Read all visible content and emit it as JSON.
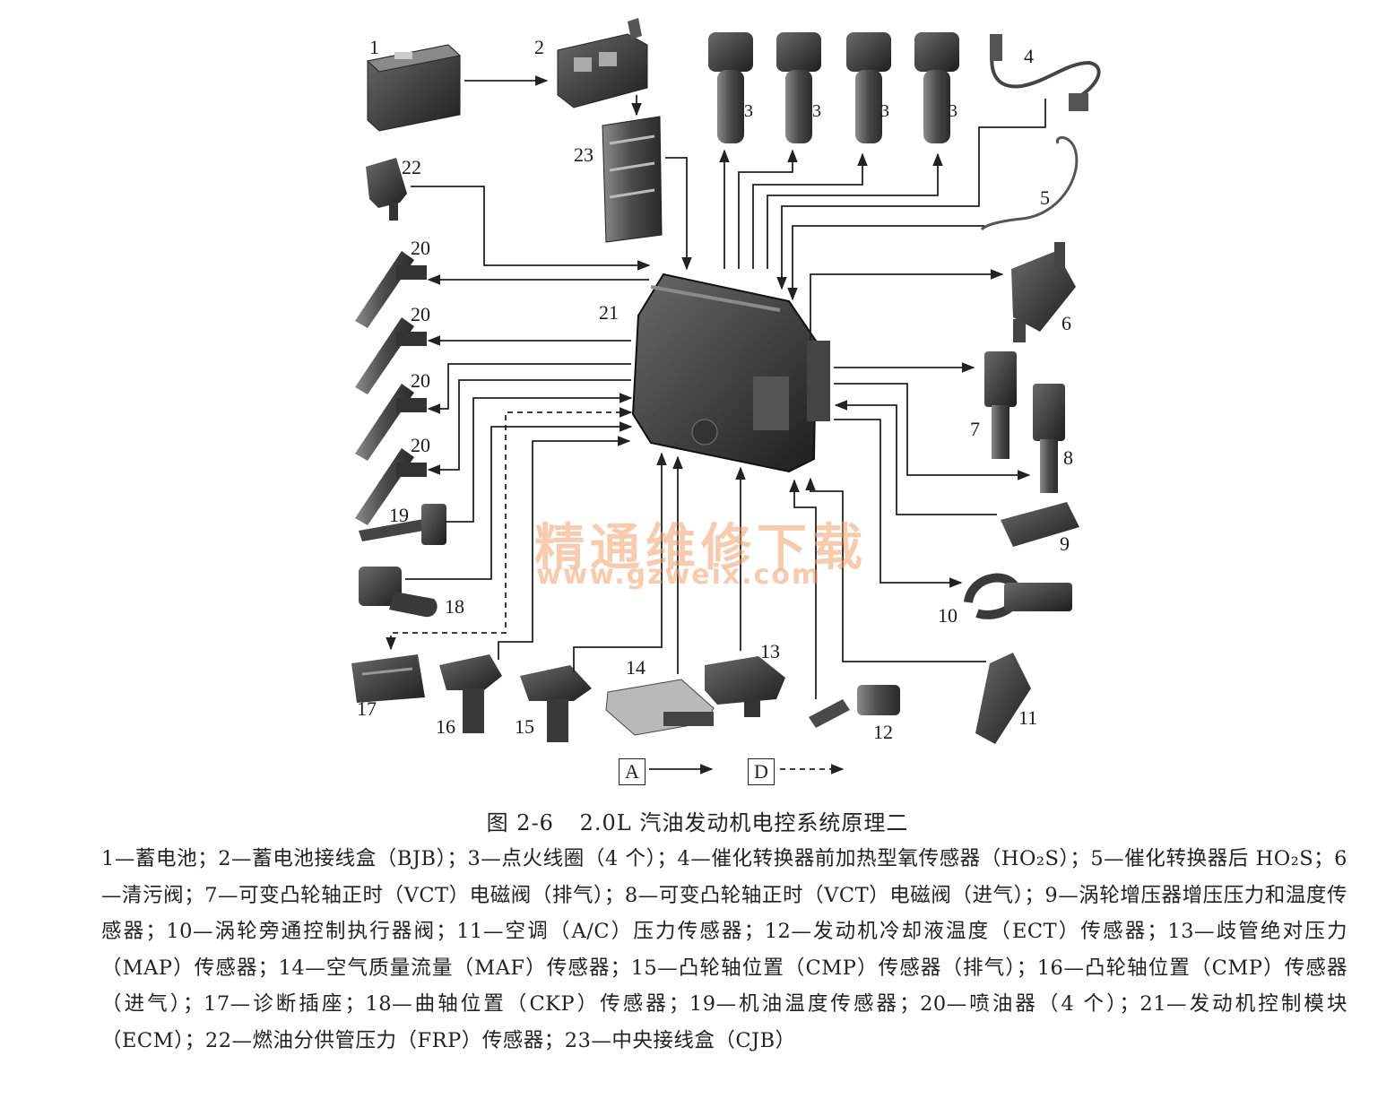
{
  "labels": {
    "n1": "1",
    "n2": "2",
    "n3": "3",
    "n4": "4",
    "n5": "5",
    "n6": "6",
    "n7": "7",
    "n8": "8",
    "n9": "9",
    "n10": "10",
    "n11": "11",
    "n12": "12",
    "n13": "13",
    "n14": "14",
    "n15": "15",
    "n16": "16",
    "n17": "17",
    "n18": "18",
    "n19": "19",
    "n20": "20",
    "n21": "21",
    "n22": "22",
    "n23": "23"
  },
  "watermark": {
    "text": "精通维修下载",
    "url": "www.gzweix.com"
  },
  "legend": {
    "solid_key": "A",
    "dashed_key": "D"
  },
  "caption": {
    "figure": "图 2-6",
    "title": "2.0L 汽油发动机电控系统原理二"
  },
  "description": "1—蓄电池；2—蓄电池接线盒（BJB）；3—点火线圈（4 个）；4—催化转换器前加热型氧传感器（HO₂S）；5—催化转换器后 HO₂S；6—清污阀；7—可变凸轮轴正时（VCT）电磁阀（排气）；8—可变凸轮轴正时（VCT）电磁阀（进气）；9—涡轮增压器增压压力和温度传感器；10—涡轮旁通控制执行器阀；11—空调（A/C）压力传感器；12—发动机冷却液温度（ECT）传感器；13—歧管绝对压力（MAP）传感器；14—空气质量流量（MAF）传感器；15—凸轮轴位置（CMP）传感器（排气）；16—凸轮轴位置（CMP）传感器（进气）；17—诊断插座；18—曲轴位置（CKP）传感器；19—机油温度传感器；20—喷油器（4 个）；21—发动机控制模块（ECM）；22—燃油分供管压力（FRP）传感器；23—中央接线盒（CJB）",
  "colors": {
    "ink": "#222222",
    "part_dark": "#3a3a3a",
    "part_mid": "#6b6b6b",
    "watermark": "#f0a06e"
  }
}
